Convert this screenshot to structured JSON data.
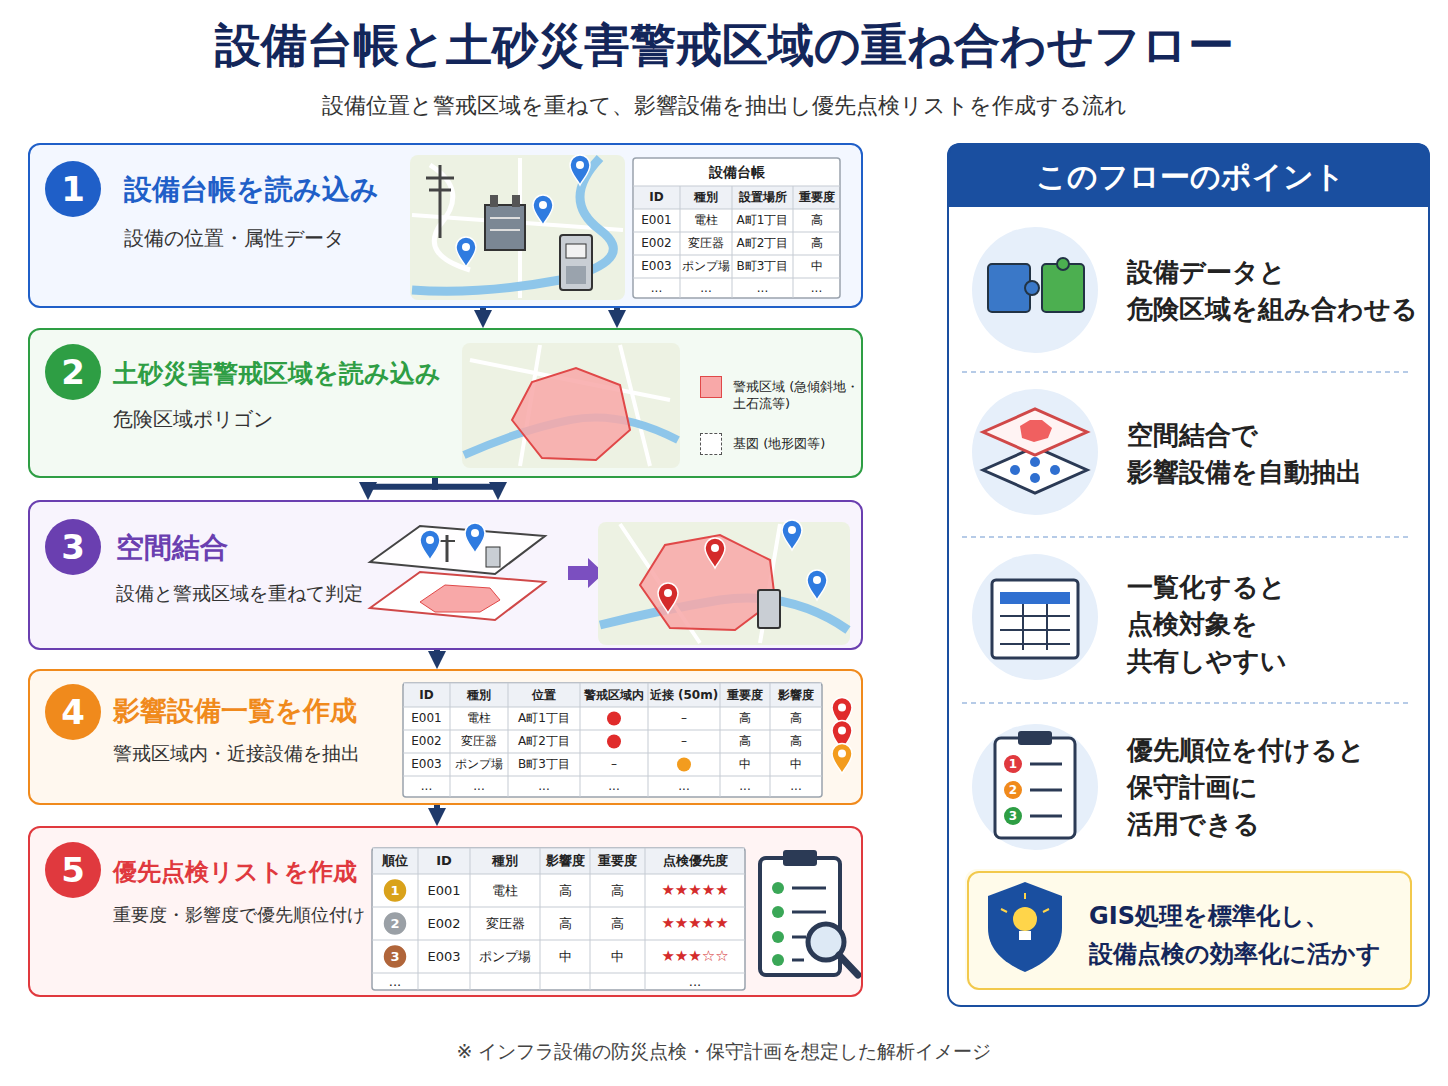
{
  "diagram": {
    "title": "設備台帳と土砂災害警戒区域の重ね合わせフロー",
    "caption": "※ インフラ設備の防災点検・保守計画を想定した解析イメージ",
    "nodes": [
      {
        "text": [
          "設備台帳を読み込み",
          "設備の位置・属性データ"
        ]
      },
      {
        "text": [
          "1"
        ],
        "in": 0
      },
      {
        "text": [
          "土砂災害警戒区域を読み込み",
          "危険区域ポリゴン"
        ]
      },
      {
        "text": [
          "2"
        ],
        "in": 2
      },
      {
        "text": [
          "空間結合",
          "設備と警戒区域を重ねて判定"
        ]
      },
      {
        "text": [
          "3"
        ],
        "in": 4
      },
      {
        "text": [
          "影響設備一覧を作成",
          "警戒区域内・近接設備を抽出"
        ]
      },
      {
        "text": [
          "4"
        ],
        "in": 6
      },
      {
        "text": [
          "優先点検リストを作成",
          "重要度・影響度で優先順位付け"
        ]
      },
      {
        "text": [
          "5"
        ],
        "in": 8
      },
      {
        "text": [
          "このフローのポイント",
          "設備データと 危険区域を組み合わせる",
          "空間結合で 影響設備を自動抽出",
          "一覧化すると 点検対象を 共有しやすい",
          "優先順位を付けると 保守計画に 活用できる"
        ]
      },
      {
        "text": [
          "GIS処理を標準化し、 設備点検の効率化に活かす"
        ],
        "in": 10
      }
    ],
    "edges": [
      {
        "from": 0,
        "to": 2,
        "arrow": "to"
      },
      {
        "from": 0,
        "to": 2,
        "arrow": "to"
      },
      {
        "from": 2,
        "to": 4,
        "arrow": "to"
      },
      {
        "from": 2,
        "to": 4,
        "arrow": "to"
      },
      {
        "from": 4,
        "to": 6,
        "arrow": "to"
      },
      {
        "from": 6,
        "to": 8,
        "arrow": "to"
      }
    ],
    "labels": [
      "設備位置と警戒区域を重ねて、影響設備を抽出し優先点検リストを作成する流れ",
      "設備台帳",
      "ID",
      "種別",
      "設置場所",
      "重要度",
      "E001",
      "電柱",
      "A町1丁目",
      "高",
      "E002",
      "変圧器",
      "A町2丁目",
      "高",
      "E003",
      "ポンプ場",
      "B町3丁目",
      "中",
      "...",
      "...",
      "...",
      "...",
      "ID",
      "種別",
      "位置",
      "警戒区域内",
      "近接 (50m)",
      "重要度",
      "影響度",
      "E001",
      "電柱",
      "A町1丁目",
      "–",
      "高",
      "高",
      "E002",
      "変圧器",
      "A町2丁目",
      "–",
      "高",
      "高",
      "E003",
      "ポンプ場",
      "B町3丁目",
      "–",
      "中",
      "中",
      "...",
      "...",
      "...",
      "...",
      "...",
      "...",
      "...",
      "順位",
      "ID",
      "種別",
      "影響度",
      "重要度",
      "点検優先度",
      "1",
      "E001",
      "電柱",
      "高",
      "高",
      "★★★★★",
      "2",
      "E002",
      "変圧器",
      "高",
      "高",
      "★★★★★",
      "3",
      "E003",
      "ポンプ場",
      "中",
      "中",
      "★★★☆☆",
      "...",
      "...",
      "1",
      "2",
      "3"
    ],
    "legend": [
      {
        "text": "警戒区域 (急傾斜地・土石流等)",
        "color": "#f8a8a8"
      },
      {
        "text": "基図 (地形図等)"
      }
    ]
  }
}
